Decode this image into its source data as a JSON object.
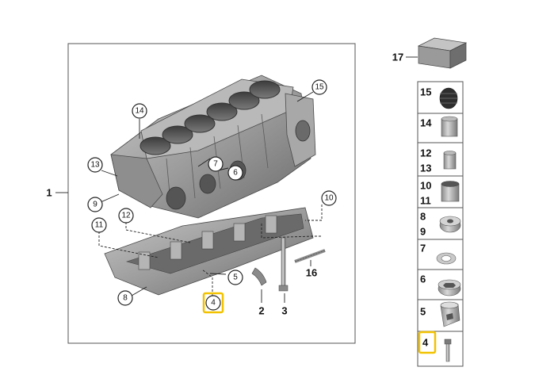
{
  "main_callouts": {
    "c15": "15",
    "c14": "14",
    "c13": "13",
    "c9": "9",
    "c7": "7",
    "c6": "6",
    "c12": "12",
    "c11": "11",
    "c10": "10",
    "c5": "5",
    "c8": "8",
    "c4": "4"
  },
  "main_labels": {
    "l1": "1",
    "l2": "2",
    "l3": "3",
    "l16": "16",
    "l17": "17"
  },
  "sidebar": {
    "r15": "15",
    "r14": "14",
    "r12": "12",
    "r13": "13",
    "r10": "10",
    "r11": "11",
    "r8": "8",
    "r9": "9",
    "r7": "7",
    "r6": "6",
    "r5": "5",
    "r4": "4"
  },
  "colors": {
    "highlight": "#f2c200",
    "metal": "#9a9a9a",
    "metal_dark": "#5e5e5e"
  },
  "highlighted_part": "4"
}
